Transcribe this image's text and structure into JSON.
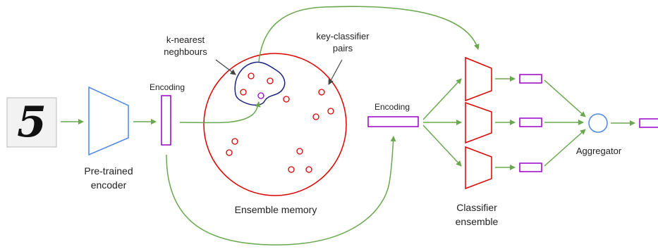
{
  "labels": {
    "encoding_left": "Encoding",
    "pretrained_line1": "Pre-trained",
    "pretrained_line2": "encoder",
    "knn_line1": "k-nearest",
    "knn_line2": "neghbours",
    "keyclf_line1": "key-classifier",
    "keyclf_line2": "pairs",
    "ensemble_memory": "Ensemble memory",
    "encoding_right": "Encoding",
    "classifier_line1": "Classifier",
    "classifier_line2": "ensemble",
    "aggregator": "Aggregator"
  },
  "input_digit": "5",
  "colors": {
    "encoder": "#4a86e8",
    "encoding": "#9900cc",
    "memory": "#e00000",
    "neighbourhood": "#1a237e",
    "arrow": "#6aa84f",
    "aggregator": "#4a86e8",
    "text": "#222222"
  }
}
